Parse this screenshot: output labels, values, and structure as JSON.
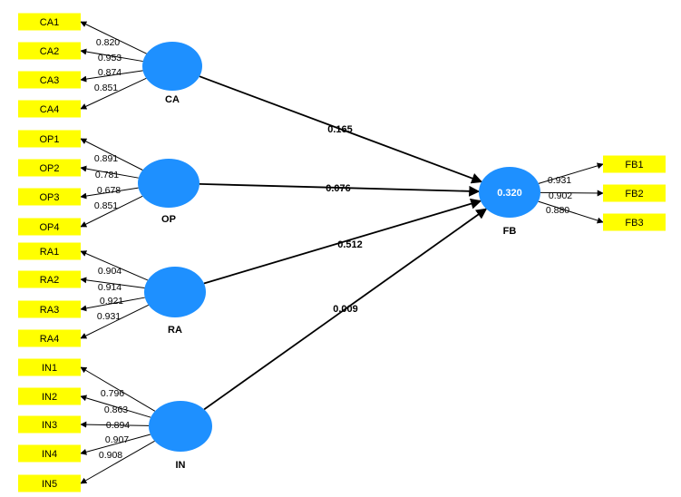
{
  "constructs": [
    {
      "id": "CA",
      "name": "CA",
      "r2": null,
      "indicators": [
        {
          "name": "CA1",
          "loading": "0.820"
        },
        {
          "name": "CA2",
          "loading": "0.953"
        },
        {
          "name": "CA3",
          "loading": "0.874"
        },
        {
          "name": "CA4",
          "loading": "0.851"
        }
      ]
    },
    {
      "id": "OP",
      "name": "OP",
      "r2": null,
      "indicators": [
        {
          "name": "OP1",
          "loading": "0.891"
        },
        {
          "name": "OP2",
          "loading": "0.781"
        },
        {
          "name": "OP3",
          "loading": "0.678"
        },
        {
          "name": "OP4",
          "loading": "0.851"
        }
      ]
    },
    {
      "id": "RA",
      "name": "RA",
      "r2": null,
      "indicators": [
        {
          "name": "RA1",
          "loading": "0.904"
        },
        {
          "name": "RA2",
          "loading": "0.914"
        },
        {
          "name": "RA3",
          "loading": "0.921"
        },
        {
          "name": "RA4",
          "loading": "0.931"
        }
      ]
    },
    {
      "id": "IN",
      "name": "IN",
      "r2": null,
      "indicators": [
        {
          "name": "IN1",
          "loading": "0.796"
        },
        {
          "name": "IN2",
          "loading": "0.863"
        },
        {
          "name": "IN3",
          "loading": "0.894"
        },
        {
          "name": "IN4",
          "loading": "0.907"
        },
        {
          "name": "IN5",
          "loading": "0.908"
        }
      ]
    },
    {
      "id": "FB",
      "name": "FB",
      "r2": "0.320",
      "indicators": [
        {
          "name": "FB1",
          "loading": "0.931"
        },
        {
          "name": "FB2",
          "loading": "0.902"
        },
        {
          "name": "FB3",
          "loading": "0.880"
        }
      ]
    }
  ],
  "paths": [
    {
      "from": "CA",
      "to": "FB",
      "coefficient": "0.165"
    },
    {
      "from": "OP",
      "to": "FB",
      "coefficient": "0.076"
    },
    {
      "from": "RA",
      "to": "FB",
      "coefficient": "0.512"
    },
    {
      "from": "IN",
      "to": "FB",
      "coefficient": "0.009"
    }
  ],
  "colors": {
    "construct_fill": "#1e90ff",
    "indicator_fill": "#ffff00",
    "line": "#000000"
  }
}
